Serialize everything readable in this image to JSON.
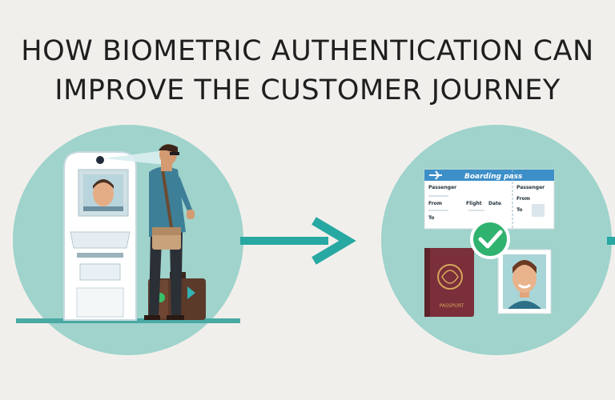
{
  "title": {
    "line1": "HOW BIOMETRIC AUTHENTICATION CAN",
    "line2": "IMPROVE THE CUSTOMER JOURNEY"
  },
  "boarding_pass": {
    "header": "Boarding pass",
    "passenger_label": "Passenger",
    "from_label": "From",
    "flight_label": "Flight",
    "date_label": "Date",
    "to_label": "To",
    "stub_passenger_label": "Passenger",
    "stub_from_label": "From",
    "stub_to_label": "To"
  },
  "passport": {
    "label": "PASSPORT"
  },
  "colors": {
    "background": "#f1efec",
    "circle": "#9fd3cc",
    "arrow": "#27a8a2",
    "check": "#2fb36f",
    "pass_blue": "#3d8fc8",
    "passport": "#7a2f3a"
  }
}
